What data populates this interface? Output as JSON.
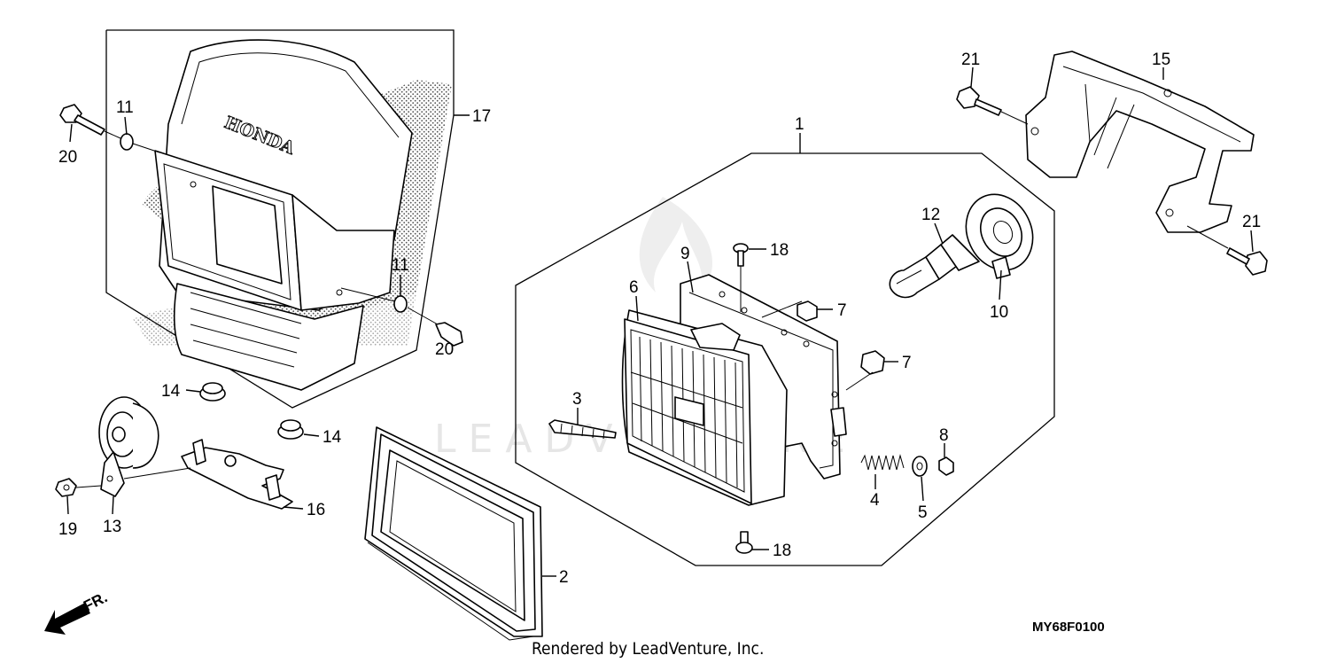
{
  "diagram": {
    "watermark": "LEADVENTURE",
    "brand_text": "HONDA",
    "front_marker": "FR.",
    "drawing_code": "MY68F0100",
    "footer": "Rendered by LeadVenture, Inc.",
    "callouts": {
      "c1": "1",
      "c2": "2",
      "c3": "3",
      "c4": "4",
      "c5": "5",
      "c6": "6",
      "c7a": "7",
      "c7b": "7",
      "c8": "8",
      "c9": "9",
      "c10": "10",
      "c11a": "11",
      "c11b": "11",
      "c12": "12",
      "c13": "13",
      "c14a": "14",
      "c14b": "14",
      "c15": "15",
      "c16": "16",
      "c17": "17",
      "c18a": "18",
      "c18b": "18",
      "c19": "19",
      "c20a": "20",
      "c20b": "20",
      "c21a": "21",
      "c21b": "21"
    }
  }
}
